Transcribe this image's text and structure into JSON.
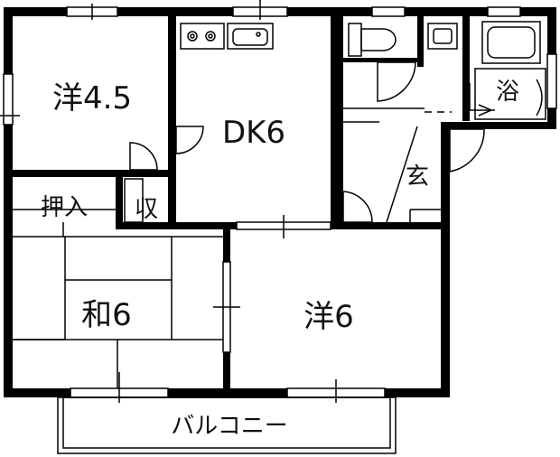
{
  "floor_plan": {
    "rooms": {
      "western_1": "洋4.5",
      "dining_kitchen": "DK6",
      "closet_oshiire": "押入",
      "storage": "収",
      "japanese": "和6",
      "western_2": "洋6",
      "entrance": "玄",
      "bath": "浴",
      "balcony": "バルコニー"
    },
    "fixtures": [
      "stove-icon",
      "sink-icon",
      "toilet-icon",
      "washbasin-icon",
      "bathtub-icon"
    ],
    "colors": {
      "wall": "#000000",
      "line": "#000000",
      "background": "#ffffff"
    }
  }
}
